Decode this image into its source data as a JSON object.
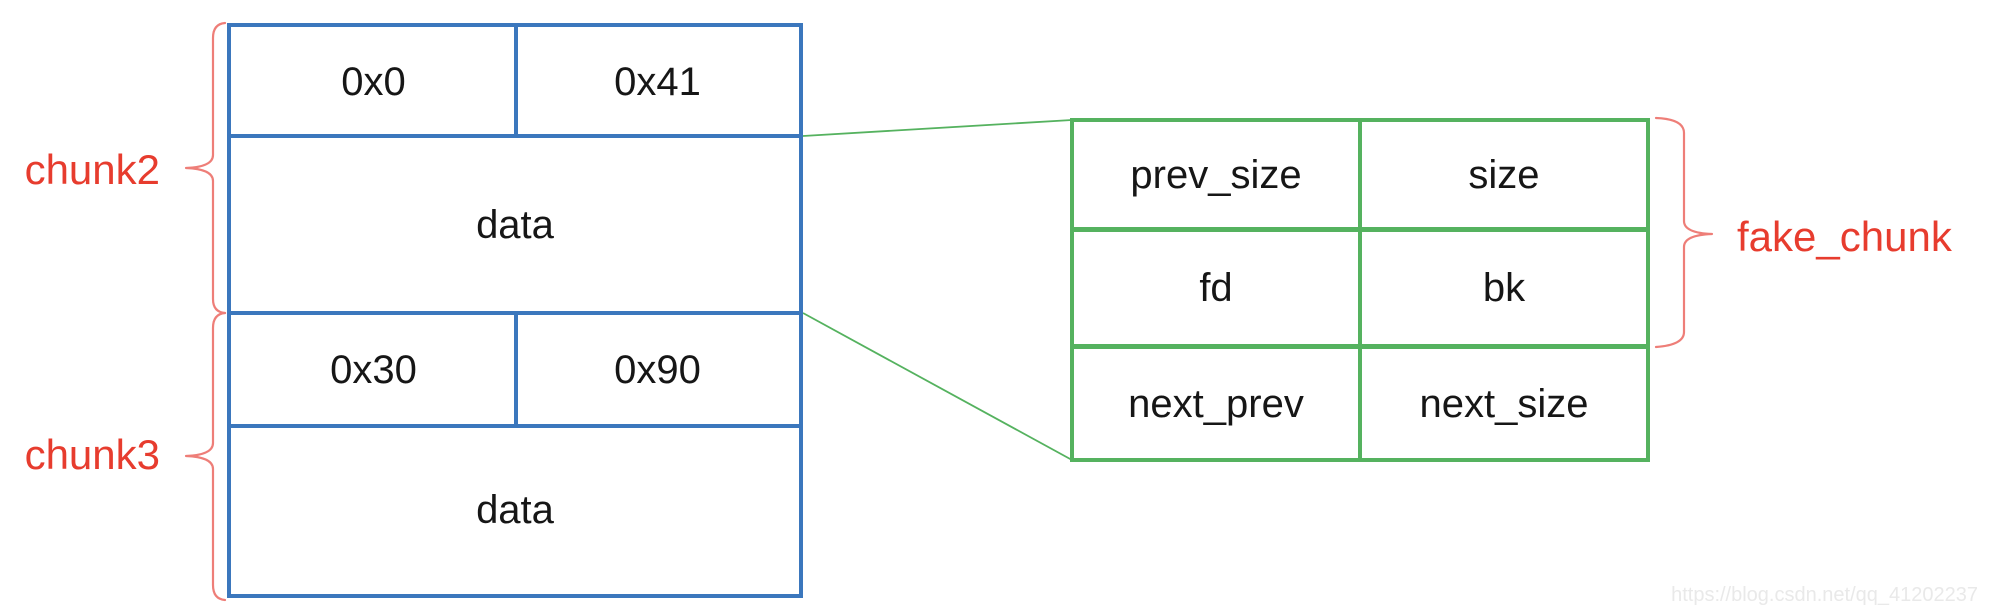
{
  "colors": {
    "table_blue": "#3b77bd",
    "table_green": "#55b25f",
    "label_red": "#e73c2e",
    "brace_red": "#ee7e78",
    "watermark_gray": "#e9e9e9"
  },
  "chunk_table": {
    "rows": [
      [
        "0x0",
        "0x41"
      ],
      [
        "data"
      ],
      [
        "0x30",
        "0x90"
      ],
      [
        "data"
      ]
    ]
  },
  "fake_chunk_table": {
    "rows": [
      [
        "prev_size",
        "size"
      ],
      [
        "fd",
        "bk"
      ],
      [
        "next_prev",
        "next_size"
      ]
    ]
  },
  "labels": {
    "chunk2": "chunk2",
    "chunk3": "chunk3",
    "fake_chunk": "fake_chunk"
  },
  "watermark": {
    "text": "https://blog.csdn.net/qq_41202237"
  }
}
